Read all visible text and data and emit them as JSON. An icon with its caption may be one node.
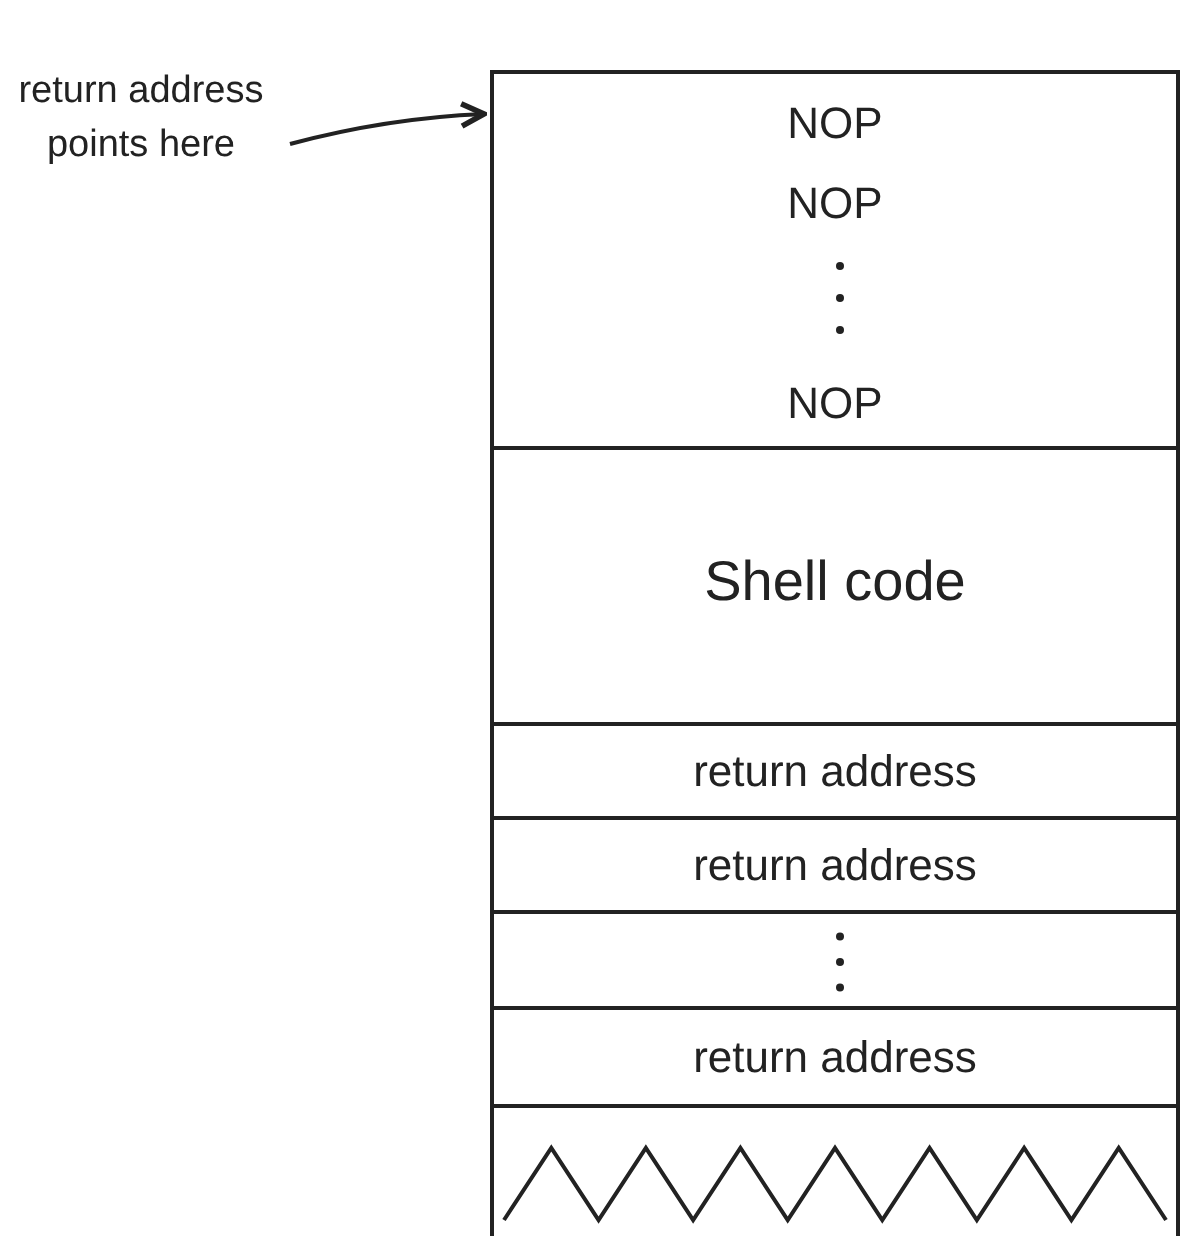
{
  "diagram": {
    "nodes": [
      {
        "text": [
          "return address points here"
        ]
      },
      {
        "text": [
          "NOP",
          "NOP",
          "NOP"
        ]
      },
      {
        "text": [
          "Shell code"
        ]
      },
      {
        "text": [
          "return address"
        ]
      },
      {
        "text": [
          "return address"
        ]
      },
      {
        "text": [],
        "shape": "box"
      },
      {
        "text": [
          "return address"
        ]
      },
      {
        "text": [],
        "shape": "box"
      }
    ],
    "edges": [
      {
        "from": 0,
        "to": 1,
        "arrow": "to"
      }
    ]
  }
}
